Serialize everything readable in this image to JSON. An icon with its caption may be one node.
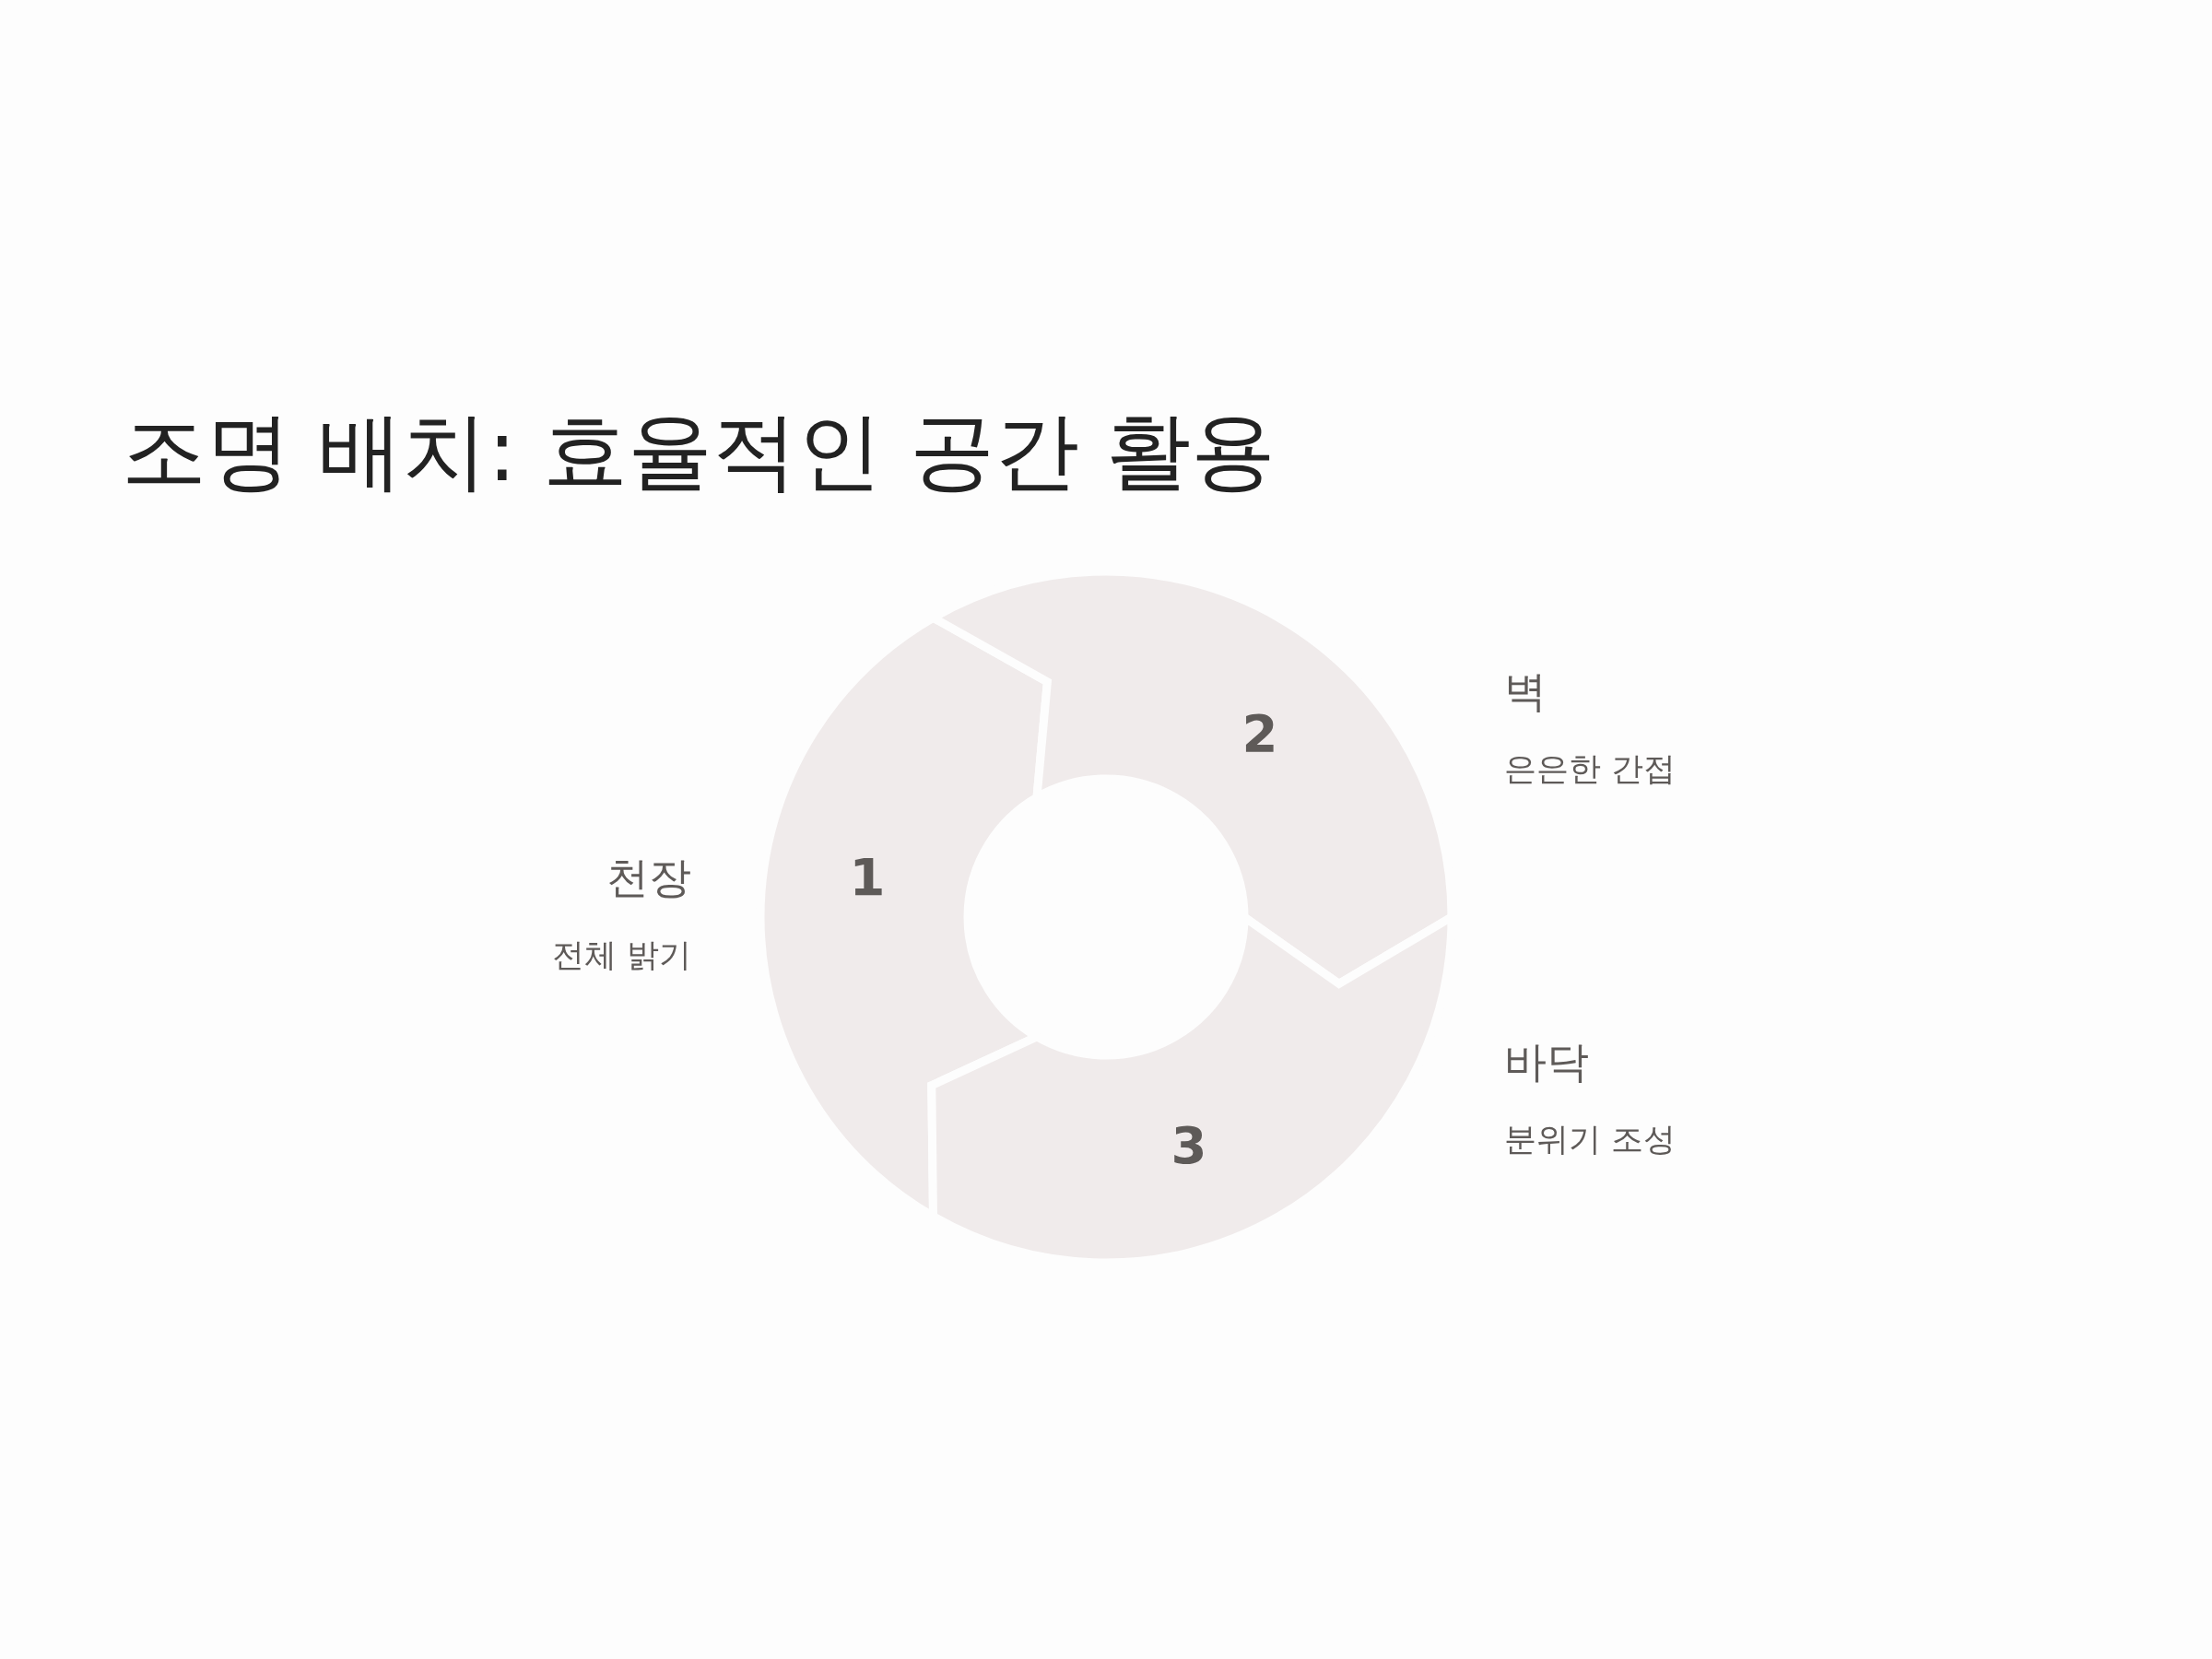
{
  "diagram": {
    "title": "조명 배치: 효율적인 공간 활용",
    "nodes": [
      {
        "text": [
          "1"
        ],
        "beside": [
          "천장",
          "전체 밝기"
        ]
      },
      {
        "text": [
          "2"
        ],
        "beside": [
          "벽",
          "은은한 간접"
        ]
      },
      {
        "text": [
          "3"
        ],
        "beside": [
          "바닥",
          "분위기 조성"
        ]
      }
    ]
  }
}
